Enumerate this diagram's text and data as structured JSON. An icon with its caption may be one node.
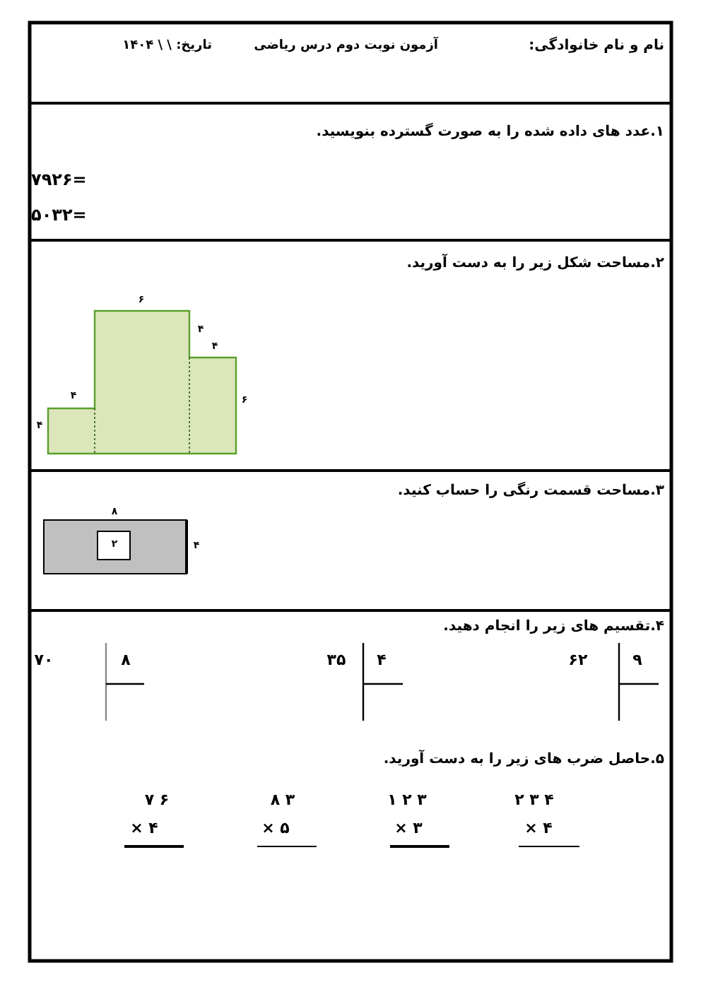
{
  "diagram": {
    "title": "آزمون نوبت دوم درس ریاضی",
    "labels": [
      "نام و نام خانوادگی:",
      "تاریخ:   \\   \\ ۱۴۰۴",
      "۱.عدد های داده شده را به صورت گسترده بنویسید.",
      "۷۹۲۶=",
      "۵۰۳۲=",
      "۲.مساحت شکل زیر را به دست آورید.",
      "۶",
      "۴",
      "۴",
      "۶",
      "۴",
      "۴",
      "۳.مساحت قسمت رنگی را حساب کنید.",
      "۸",
      "۲",
      "۴",
      "۴.تقسیم های زیر را انجام دهید.",
      "۶۲",
      "۹",
      "۳۵",
      "۴",
      "۷۰",
      "۸",
      "۵.حاصل ضرب های زیر را به دست آورید.",
      "۲ ۳ ۴",
      "× ۴",
      "۱ ۲ ۳",
      "× ۳",
      "۸ ۳",
      "× ۵",
      "۷ ۶",
      "× ۴"
    ]
  }
}
